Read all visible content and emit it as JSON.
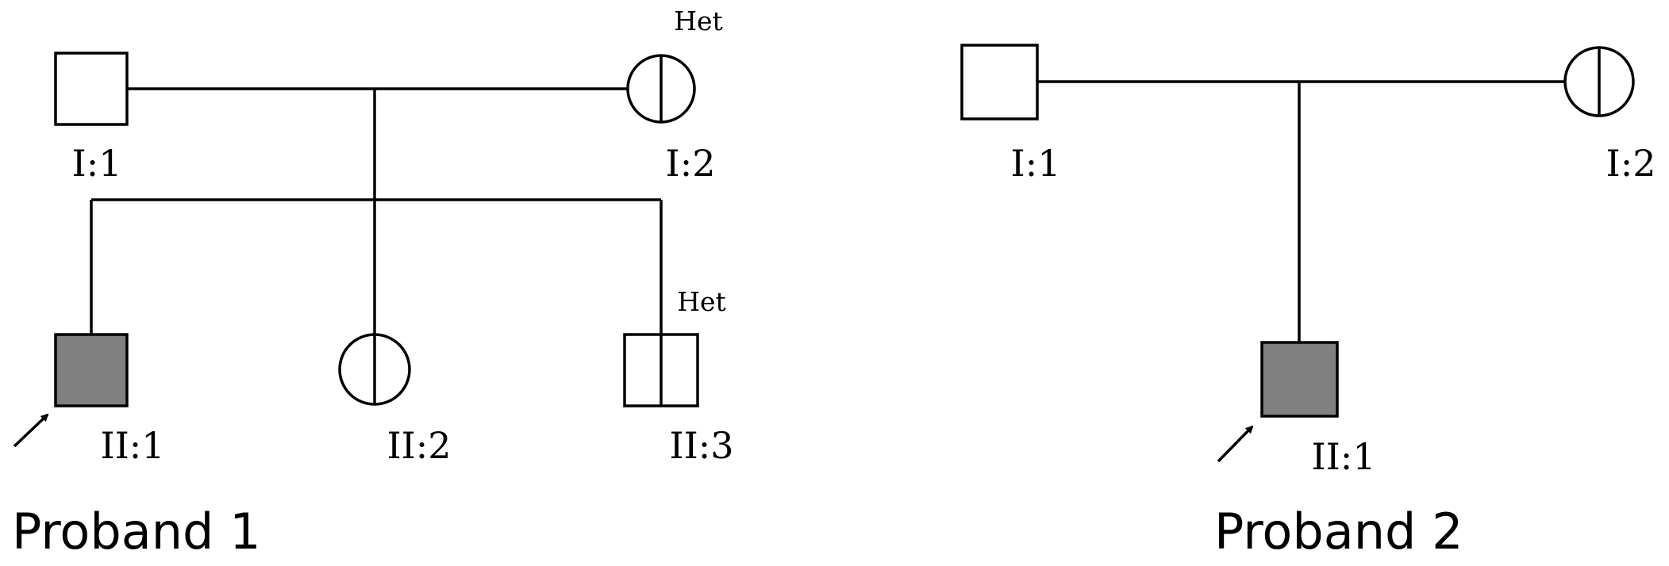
{
  "colors": {
    "affected": "#808080",
    "unaffected": "#ffffff",
    "line": "#000000"
  },
  "pedigree1": {
    "caption": "Proband 1",
    "I1": {
      "label": "I:1",
      "sex": "male",
      "status": "unaffected"
    },
    "I2": {
      "label": "I:2",
      "sex": "female",
      "status": "carrier",
      "note": "Het"
    },
    "II1": {
      "label": "II:1",
      "sex": "male",
      "status": "affected",
      "proband": true
    },
    "II2": {
      "label": "II:2",
      "sex": "female",
      "status": "carrier"
    },
    "II3": {
      "label": "II:3",
      "sex": "male",
      "status": "carrier",
      "note": "Het"
    }
  },
  "pedigree2": {
    "caption": "Proband 2",
    "I1": {
      "label": "I:1",
      "sex": "male",
      "status": "unaffected"
    },
    "I2": {
      "label": "I:2",
      "sex": "female",
      "status": "carrier"
    },
    "II1": {
      "label": "II:1",
      "sex": "male",
      "status": "affected",
      "proband": true
    }
  }
}
